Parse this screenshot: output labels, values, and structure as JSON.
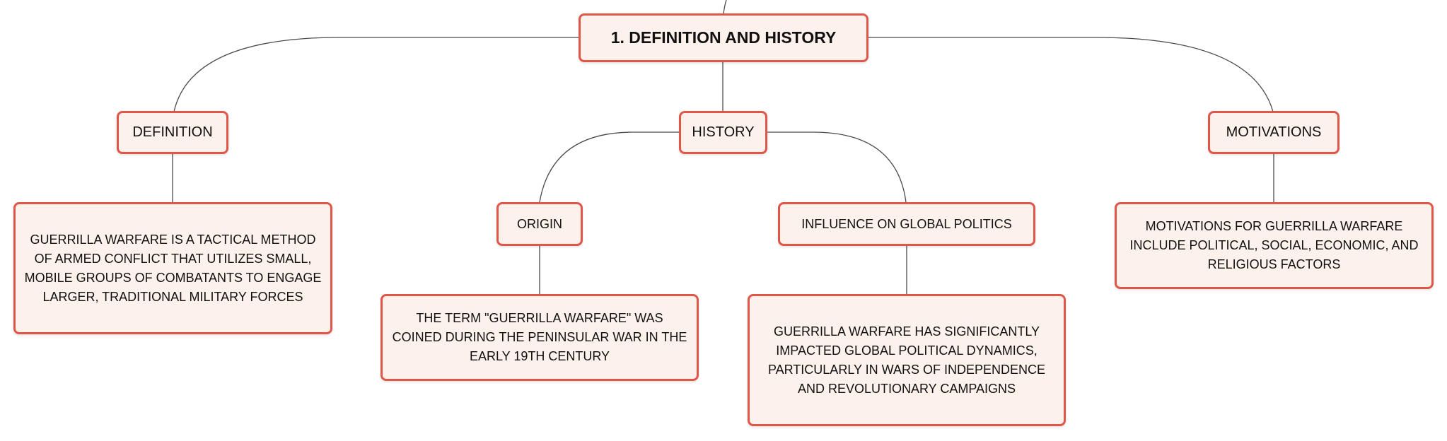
{
  "diagram": {
    "root": {
      "label": "1. DEFINITION AND HISTORY"
    },
    "branches": {
      "definition": {
        "label": "DEFINITION",
        "detail": "GUERRILLA WARFARE IS A TACTICAL METHOD OF ARMED CONFLICT THAT UTILIZES SMALL, MOBILE GROUPS OF COMBATANTS TO ENGAGE LARGER, TRADITIONAL MILITARY FORCES"
      },
      "history": {
        "label": "HISTORY",
        "children": {
          "origin": {
            "label": "ORIGIN",
            "detail": "THE TERM \"GUERRILLA WARFARE\" WAS COINED DURING THE PENINSULAR WAR IN THE EARLY 19TH CENTURY"
          },
          "influence": {
            "label": "INFLUENCE ON GLOBAL POLITICS",
            "detail": "GUERRILLA WARFARE HAS SIGNIFICANTLY IMPACTED GLOBAL POLITICAL DYNAMICS, PARTICULARLY IN WARS OF INDEPENDENCE AND REVOLUTIONARY CAMPAIGNS"
          }
        }
      },
      "motivations": {
        "label": "MOTIVATIONS",
        "detail": "MOTIVATIONS FOR GUERRILLA WARFARE INCLUDE POLITICAL, SOCIAL, ECONOMIC, AND RELIGIOUS FACTORS"
      }
    },
    "colors": {
      "node_border": "#e0574a",
      "node_fill": "#fdf1ec",
      "connector": "#4a4a4a",
      "text": "#111111"
    }
  }
}
